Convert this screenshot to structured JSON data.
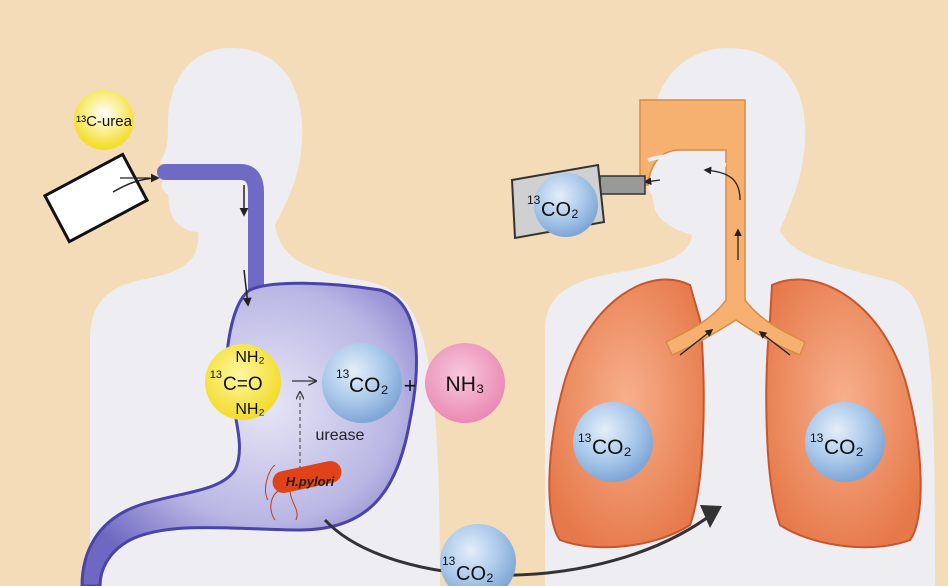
{
  "left_panel": {
    "capsule_label": "¹³C-urea",
    "urea_formula": {
      "top": "NH₂",
      "middle_sup": "13",
      "middle": "C=O",
      "bottom": "NH₂"
    },
    "product_co2": {
      "sup": "13",
      "text": "CO₂"
    },
    "plus": "+",
    "product_nh3": "NH₃",
    "enzyme_label": "urease",
    "bacteria_label": "H.pylori"
  },
  "transport_co2": {
    "sup": "13",
    "text": "CO₂"
  },
  "right_panel": {
    "breath_bag_co2": {
      "sup": "13",
      "text": "CO₂"
    },
    "left_lung_co2": {
      "sup": "13",
      "text": "CO₂"
    },
    "right_lung_co2": {
      "sup": "13",
      "text": "CO₂"
    }
  },
  "colors": {
    "background": "#f5dcb9",
    "silhouette": "#ededf2",
    "stomach": "#7b76c9",
    "urea_yellow": "#f4e33a",
    "co2_blue": "#a9c8ea",
    "nh3_pink": "#ef9cc0",
    "airway_orange": "#f6b070",
    "lung": "#ee8f62",
    "bacteria": "#e0431a"
  }
}
